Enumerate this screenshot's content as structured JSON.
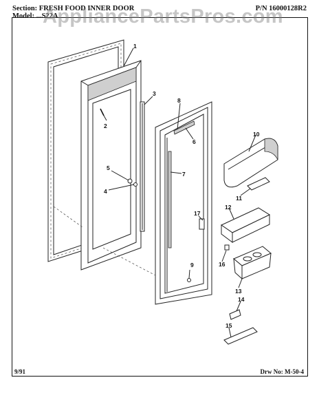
{
  "header": {
    "section": "Section:  FRESH FOOD INNER DOOR",
    "model": "Model:  ...S22A",
    "part_number": "P/N 16000128R2"
  },
  "footer": {
    "date": "9/91",
    "drawing_number": "Drw No: M-50-4"
  },
  "watermark": "AppliancePartsPros.com",
  "callouts": [
    "1",
    "2",
    "3",
    "4",
    "5",
    "6",
    "7",
    "8",
    "9",
    "10",
    "11",
    "12",
    "13",
    "14",
    "15",
    "16",
    "17"
  ]
}
